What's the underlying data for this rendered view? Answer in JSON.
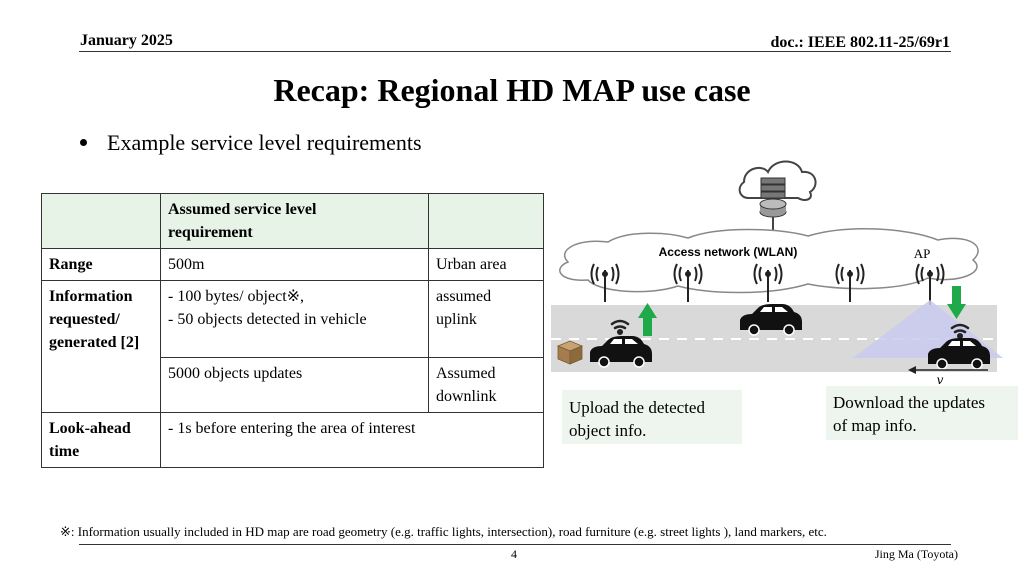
{
  "header": {
    "date": "January 2025",
    "doc": "doc.: IEEE 802.11-25/69r1"
  },
  "title": "Recap: Regional HD MAP use case",
  "bullet": "Example service level requirements",
  "table": {
    "header": [
      "",
      "Assumed service level requirement",
      ""
    ],
    "rows": [
      {
        "label": "Range",
        "value": "500m",
        "note": "Urban area"
      },
      {
        "label": "Information requested/ generated [2]",
        "value_lines": [
          "- 100 bytes/ object※,",
          "- 50 objects detected in vehicle"
        ],
        "note_lines": [
          "assumed",
          "uplink"
        ]
      },
      {
        "value": "5000 objects updates",
        "note_lines": [
          "Assumed",
          "downlink"
        ]
      },
      {
        "label": "Look-ahead time",
        "value": "-    1s before entering the area of interest"
      }
    ]
  },
  "diagram": {
    "network_label": "Access network (WLAN)",
    "ap_label": "AP",
    "velocity_label": "v",
    "upload_caption_lines": [
      "Upload the detected",
      "object info."
    ],
    "download_caption_lines": [
      "Download the updates",
      "of map info."
    ],
    "colors": {
      "arrow": "#1faa4a",
      "road": "#d9d9d9",
      "coverage": "#c9c9ee",
      "caption_bg": "#eef5ee"
    },
    "icons": [
      "cloud-icon",
      "server-icon",
      "antenna-icon",
      "car-icon",
      "wifi-icon",
      "package-icon"
    ]
  },
  "footnote": "※: Information usually included in HD map are road geometry (e.g. traffic lights, intersection), road furniture (e.g. street lights ), land markers, etc.",
  "footer": {
    "page": "4",
    "author": "Jing Ma (Toyota)"
  }
}
